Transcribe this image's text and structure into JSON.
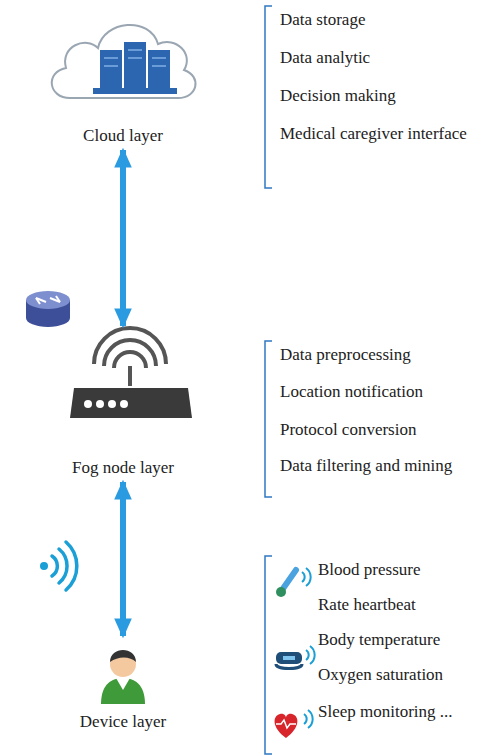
{
  "diagram": {
    "nodes": [
      {
        "text": [
          "Cloud layer"
        ]
      },
      {
        "text": [
          "Fog node layer"
        ]
      },
      {
        "text": [
          "Device layer"
        ]
      }
    ],
    "edges": [
      {
        "from": 0,
        "to": 1,
        "arrow": "both"
      },
      {
        "from": 1,
        "to": 2,
        "arrow": "both"
      }
    ],
    "labels": [
      "Data storage",
      "Data analytic",
      "Decision making",
      "Medical caregiver interface",
      "Data preprocessing",
      "Location notification",
      "Protocol conversion",
      "Data filtering and mining",
      "Blood pressure",
      "Rate heartbeat",
      "Body temperature",
      "Oxygen saturation",
      "Sleep monitoring ..."
    ]
  }
}
